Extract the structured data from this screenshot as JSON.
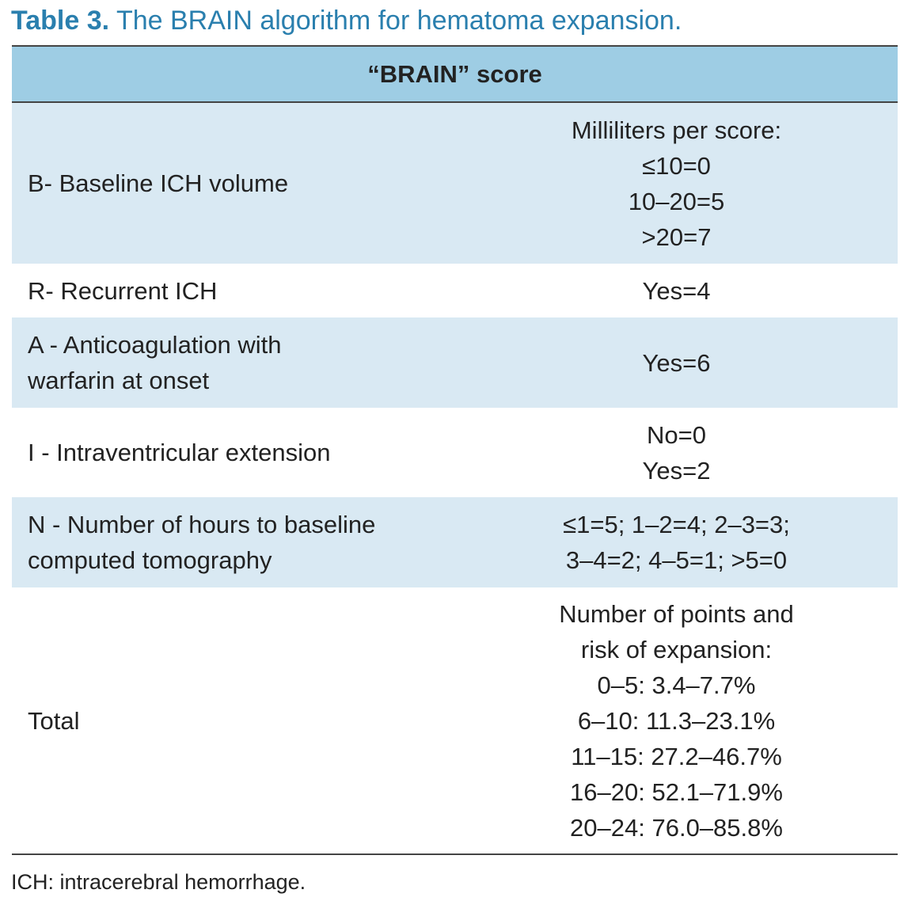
{
  "caption": {
    "label": "Table 3.",
    "title": "The BRAIN algorithm for hematoma expansion."
  },
  "table": {
    "header": "“BRAIN” score",
    "rows": [
      {
        "criterion": "B- Baseline ICH volume",
        "score_lines": [
          "Milliliters per score:",
          "≤10=0",
          "10–20=5",
          ">20=7"
        ]
      },
      {
        "criterion": "R- Recurrent ICH",
        "score_lines": [
          "Yes=4"
        ]
      },
      {
        "criterion_lines": [
          "A - Anticoagulation with",
          "warfarin at onset"
        ],
        "score_lines": [
          "Yes=6"
        ]
      },
      {
        "criterion": "I - Intraventricular extension",
        "score_lines": [
          "No=0",
          "Yes=2"
        ]
      },
      {
        "criterion_lines": [
          "N - Number of hours to baseline",
          "computed tomography"
        ],
        "score_lines": [
          "≤1=5; 1–2=4; 2–3=3;",
          "3–4=2; 4–5=1; >5=0"
        ]
      },
      {
        "criterion": "Total",
        "score_lines": [
          "Number of points and",
          "risk of expansion:",
          "0–5: 3.4–7.7%",
          "6–10: 11.3–23.1%",
          "11–15: 27.2–46.7%",
          "16–20: 52.1–71.9%",
          "20–24: 76.0–85.8%"
        ]
      }
    ]
  },
  "footnote": "ICH: intracerebral hemorrhage.",
  "colors": {
    "caption": "#2a7fae",
    "header_bg": "#9ecde4",
    "row_tint": "#d9e9f3",
    "rule": "#444444"
  }
}
